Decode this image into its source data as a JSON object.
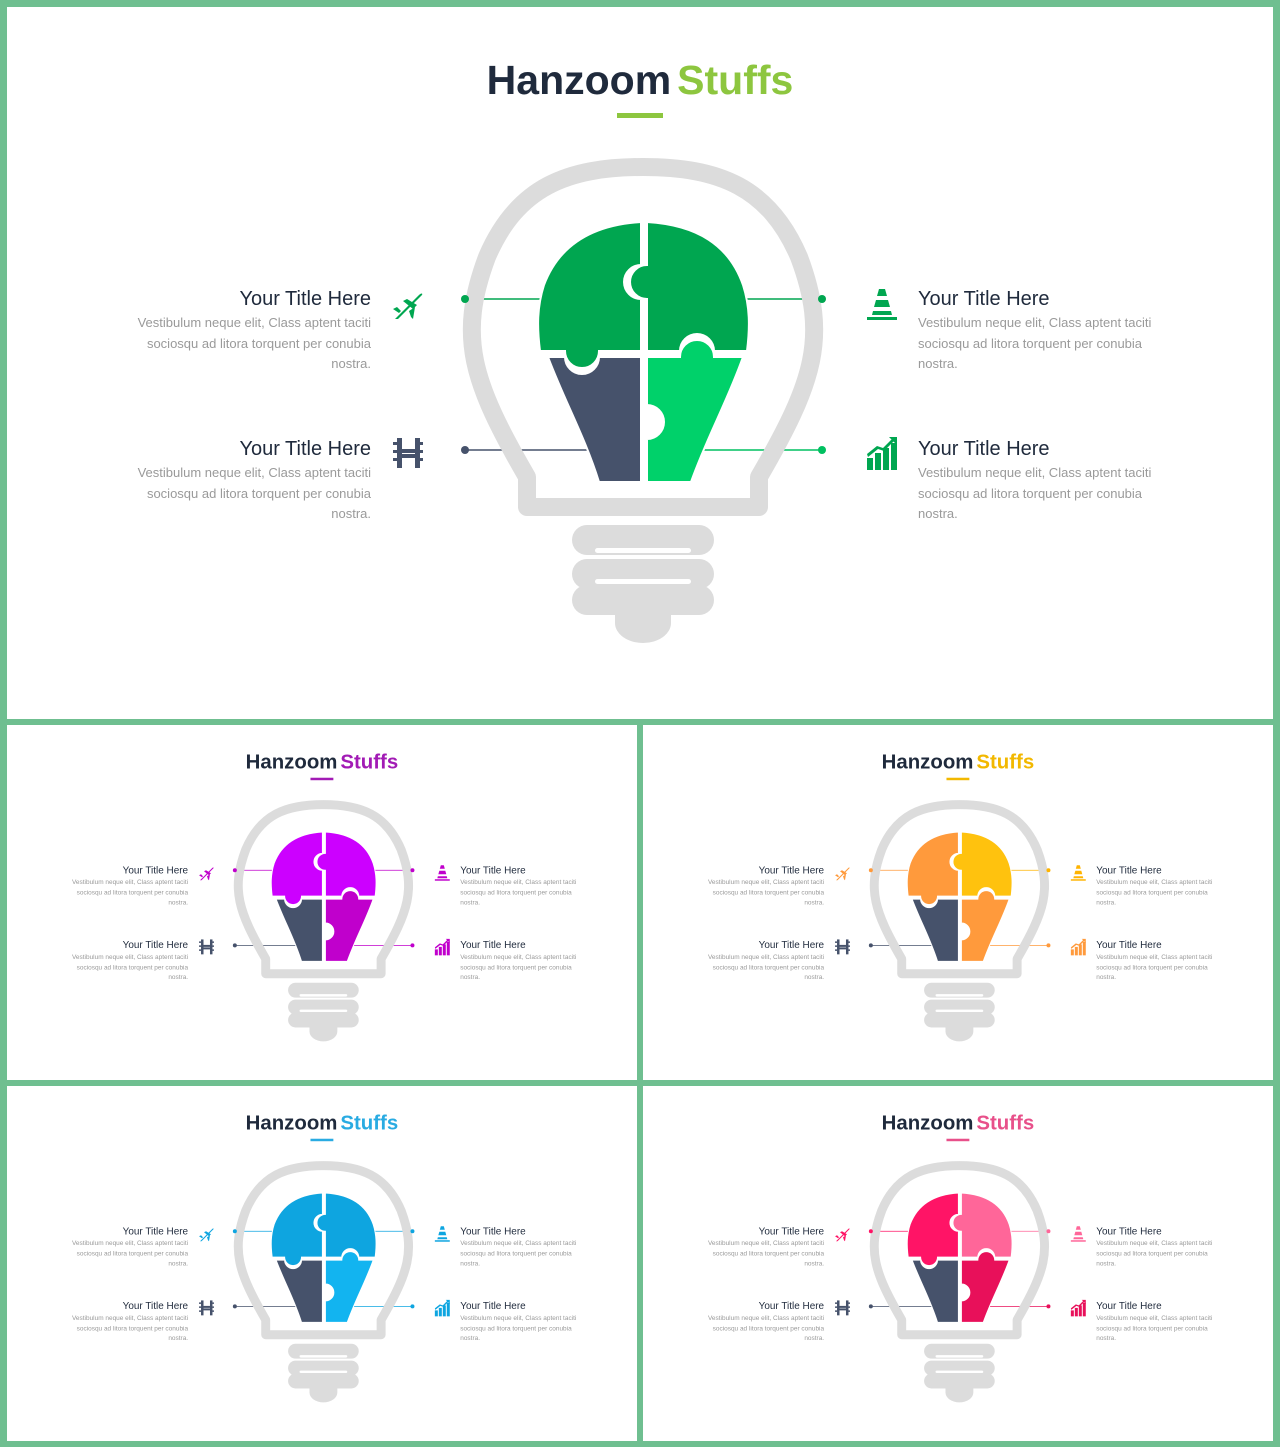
{
  "slides": [
    {
      "key": "main",
      "title_dark": "Hanzoom",
      "title_accent": "Stuffs",
      "colors": {
        "accent": "#8dc63f",
        "top_left": "#00a650",
        "top_right": "#00a650",
        "bottom_right": "#00d16a",
        "dark": "#46526b",
        "connector_left_bottom": "#46526b",
        "icon_tl": "#00a650",
        "icon_bl": "#46526b",
        "icon_tr": "#00a650",
        "icon_br": "#00a650",
        "dot_tl": "#00a650",
        "dot_tr": "#00a650",
        "dot_br": "#00c060"
      },
      "items": {
        "top_left": {
          "title": "Your Title Here",
          "desc": "Vestibulum neque elit, Class aptent taciti sociosqu ad litora torquent per conubia nostra.",
          "icon": "airplane-icon"
        },
        "bottom_left": {
          "title": "Your Title Here",
          "desc": "Vestibulum neque elit, Class aptent taciti sociosqu ad litora torquent per conubia nostra.",
          "icon": "film-strip-icon"
        },
        "top_right": {
          "title": "Your Title Here",
          "desc": "Vestibulum neque elit, Class aptent taciti sociosqu ad litora torquent per conubia nostra.",
          "icon": "traffic-cone-icon"
        },
        "bottom_right": {
          "title": "Your Title Here",
          "desc": "Vestibulum neque elit, Class aptent taciti sociosqu ad litora torquent per conubia nostra.",
          "icon": "bar-chart-icon"
        }
      }
    },
    {
      "key": "purple",
      "title_dark": "Hanzoom",
      "title_accent": "Stuffs",
      "colors": {
        "accent": "#a21bb5",
        "top_left": "#cc00ff",
        "top_right": "#cc00ff",
        "bottom_right": "#c000cc",
        "dark": "#46526b",
        "connector_left_bottom": "#46526b",
        "icon_tl": "#c000cc",
        "icon_bl": "#46526b",
        "icon_tr": "#c000cc",
        "icon_br": "#c000cc",
        "dot_tl": "#c000cc",
        "dot_tr": "#c000cc",
        "dot_br": "#c000cc"
      },
      "items": {
        "top_left": {
          "title": "Your Title Here",
          "desc": "Vestibulum neque elit, Class aptent taciti sociosqu ad litora torquent per conubia nostra.",
          "icon": "airplane-icon"
        },
        "bottom_left": {
          "title": "Your Title Here",
          "desc": "Vestibulum neque elit, Class aptent taciti sociosqu ad litora torquent per conubia nostra.",
          "icon": "film-strip-icon"
        },
        "top_right": {
          "title": "Your Title Here",
          "desc": "Vestibulum neque elit, Class aptent taciti sociosqu ad litora torquent per conubia nostra.",
          "icon": "traffic-cone-icon"
        },
        "bottom_right": {
          "title": "Your Title Here",
          "desc": "Vestibulum neque elit, Class aptent taciti sociosqu ad litora torquent per conubia nostra.",
          "icon": "bar-chart-icon"
        }
      }
    },
    {
      "key": "orange",
      "title_dark": "Hanzoom",
      "title_accent": "Stuffs",
      "colors": {
        "accent": "#f2b800",
        "top_left": "#ff9a3c",
        "top_right": "#ffc20e",
        "bottom_right": "#ff9a3c",
        "dark": "#46526b",
        "connector_left_bottom": "#46526b",
        "icon_tl": "#ff9a3c",
        "icon_bl": "#46526b",
        "icon_tr": "#ffb400",
        "icon_br": "#ff9a3c",
        "dot_tl": "#ff9a3c",
        "dot_tr": "#ffb400",
        "dot_br": "#ff9a3c"
      },
      "items": {
        "top_left": {
          "title": "Your Title Here",
          "desc": "Vestibulum neque elit, Class aptent taciti sociosqu ad litora torquent per conubia nostra.",
          "icon": "airplane-icon"
        },
        "bottom_left": {
          "title": "Your Title Here",
          "desc": "Vestibulum neque elit, Class aptent taciti sociosqu ad litora torquent per conubia nostra.",
          "icon": "film-strip-icon"
        },
        "top_right": {
          "title": "Your Title Here",
          "desc": "Vestibulum neque elit, Class aptent taciti sociosqu ad litora torquent per conubia nostra.",
          "icon": "traffic-cone-icon"
        },
        "bottom_right": {
          "title": "Your Title Here",
          "desc": "Vestibulum neque elit, Class aptent taciti sociosqu ad litora torquent per conubia nostra.",
          "icon": "bar-chart-icon"
        }
      }
    },
    {
      "key": "blue",
      "title_dark": "Hanzoom",
      "title_accent": "Stuffs",
      "colors": {
        "accent": "#29abe2",
        "top_left": "#0ea5e0",
        "top_right": "#0ea5e0",
        "bottom_right": "#12b4f0",
        "dark": "#46526b",
        "connector_left_bottom": "#46526b",
        "icon_tl": "#0ea5e0",
        "icon_bl": "#46526b",
        "icon_tr": "#0ea5e0",
        "icon_br": "#0ea5e0",
        "dot_tl": "#0ea5e0",
        "dot_tr": "#0ea5e0",
        "dot_br": "#0ea5e0"
      },
      "items": {
        "top_left": {
          "title": "Your Title Here",
          "desc": "Vestibulum neque elit, Class aptent taciti sociosqu ad litora torquent per conubia nostra.",
          "icon": "airplane-icon"
        },
        "bottom_left": {
          "title": "Your Title Here",
          "desc": "Vestibulum neque elit, Class aptent taciti sociosqu ad litora torquent per conubia nostra.",
          "icon": "film-strip-icon"
        },
        "top_right": {
          "title": "Your Title Here",
          "desc": "Vestibulum neque elit, Class aptent taciti sociosqu ad litora torquent per conubia nostra.",
          "icon": "traffic-cone-icon"
        },
        "bottom_right": {
          "title": "Your Title Here",
          "desc": "Vestibulum neque elit, Class aptent taciti sociosqu ad litora torquent per conubia nostra.",
          "icon": "bar-chart-icon"
        }
      }
    },
    {
      "key": "pink",
      "title_dark": "Hanzoom",
      "title_accent": "Stuffs",
      "colors": {
        "accent": "#e8508a",
        "top_left": "#ff1466",
        "top_right": "#ff6699",
        "bottom_right": "#e8105a",
        "dark": "#46526b",
        "connector_left_bottom": "#46526b",
        "icon_tl": "#ff1466",
        "icon_bl": "#46526b",
        "icon_tr": "#ff6699",
        "icon_br": "#e8105a",
        "dot_tl": "#ff1466",
        "dot_tr": "#ff6699",
        "dot_br": "#e8105a"
      },
      "items": {
        "top_left": {
          "title": "Your Title Here",
          "desc": "Vestibulum neque elit, Class aptent taciti sociosqu ad litora torquent per conubia nostra.",
          "icon": "airplane-icon"
        },
        "bottom_left": {
          "title": "Your Title Here",
          "desc": "Vestibulum neque elit, Class aptent taciti sociosqu ad litora torquent per conubia nostra.",
          "icon": "film-strip-icon"
        },
        "top_right": {
          "title": "Your Title Here",
          "desc": "Vestibulum neque elit, Class aptent taciti sociosqu ad litora torquent per conubia nostra.",
          "icon": "traffic-cone-icon"
        },
        "bottom_right": {
          "title": "Your Title Here",
          "desc": "Vestibulum neque elit, Class aptent taciti sociosqu ad litora torquent per conubia nostra.",
          "icon": "bar-chart-icon"
        }
      }
    }
  ]
}
